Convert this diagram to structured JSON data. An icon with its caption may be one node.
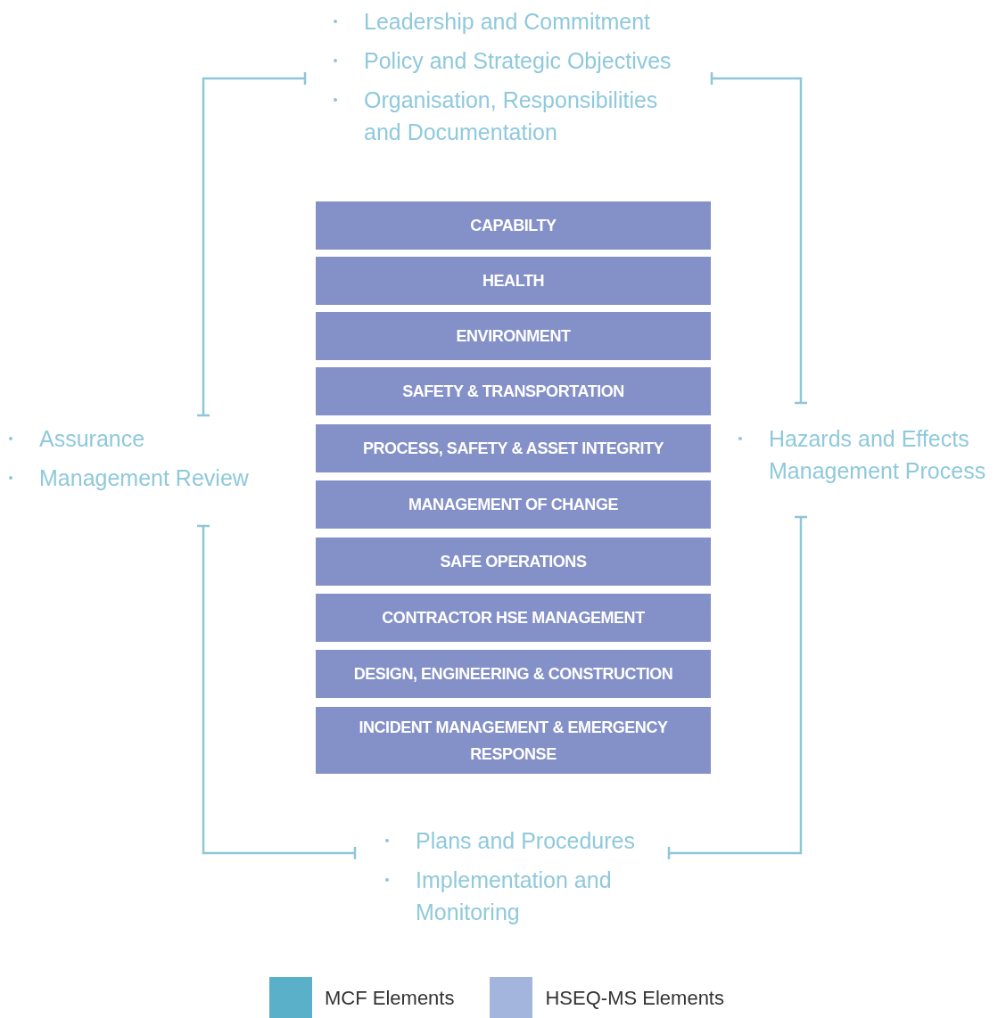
{
  "diagram": {
    "nodes": [
      {
        "text": [
          "Leadership and Commitment",
          "Policy and Strategic Objectives",
          "Organisation, Responsibilities and Documentation"
        ]
      },
      {
        "text": [
          "Assurance",
          "Management Review"
        ]
      },
      {
        "text": [
          "Hazards and Effects Management Process"
        ]
      },
      {
        "text": [
          "Plans and Procedures",
          "Implementation and Monitoring"
        ]
      },
      {
        "text": [
          "CAPABILTY"
        ]
      },
      {
        "text": [
          "HEALTH"
        ]
      },
      {
        "text": [
          "ENVIRONMENT"
        ]
      },
      {
        "text": [
          "SAFETY & TRANSPORTATION"
        ]
      },
      {
        "text": [
          "PROCESS, SAFETY & ASSET INTEGRITY"
        ]
      },
      {
        "text": [
          "MANAGEMENT OF CHANGE"
        ]
      },
      {
        "text": [
          "SAFE OPERATIONS"
        ]
      },
      {
        "text": [
          "CONTRACTOR HSE MANAGEMENT"
        ]
      },
      {
        "text": [
          "DESIGN, ENGINEERING & CONSTRUCTION"
        ]
      },
      {
        "text": [
          "INCIDENT MANAGEMENT & EMERGENCY RESPONSE"
        ]
      }
    ],
    "edges": [
      {
        "from": 0,
        "to": 1,
        "arrow": "other"
      },
      {
        "from": 0,
        "to": 2,
        "arrow": "other"
      },
      {
        "from": 2,
        "to": 3,
        "arrow": "other"
      },
      {
        "from": 1,
        "to": 3,
        "arrow": "other"
      }
    ],
    "legend": [
      {
        "text": "MCF Elements",
        "color": "#5aafc9"
      },
      {
        "text": "HSEQ-MS Elements",
        "color": "#a3b5dc"
      }
    ]
  }
}
